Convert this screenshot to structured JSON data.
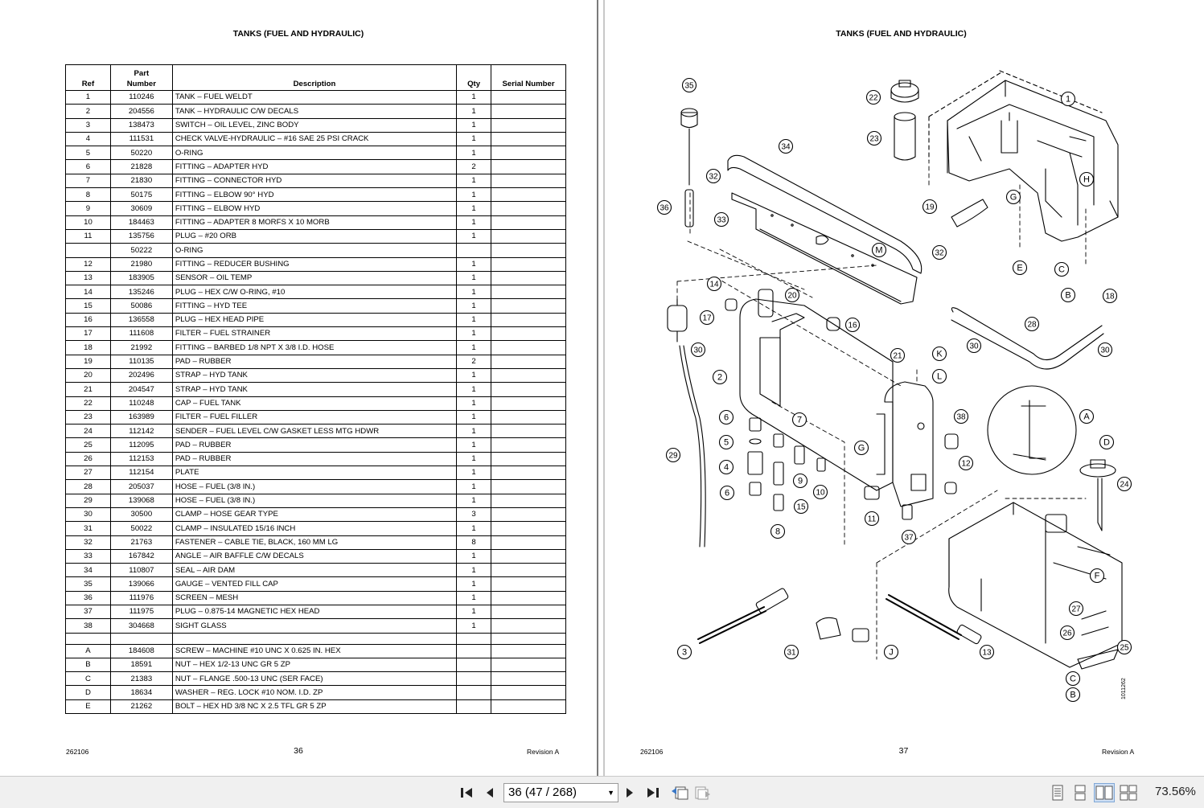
{
  "left_page": {
    "title": "TANKS (FUEL AND HYDRAULIC)",
    "table": {
      "headers": {
        "ref": "Ref",
        "part_number_line1": "Part",
        "part_number_line2": "Number",
        "description": "Description",
        "qty": "Qty",
        "serial": "Serial Number"
      },
      "rows": [
        {
          "ref": "1",
          "part": "110246",
          "desc": "TANK – FUEL WELDT",
          "qty": "1"
        },
        {
          "ref": "2",
          "part": "204556",
          "desc": "TANK – HYDRAULIC C/W DECALS",
          "qty": "1"
        },
        {
          "ref": "3",
          "part": "138473",
          "desc": "SWITCH – OIL LEVEL, ZINC BODY",
          "qty": "1"
        },
        {
          "ref": "4",
          "part": "111531",
          "desc": "CHECK VALVE-HYDRAULIC – #16 SAE 25 PSI CRACK",
          "qty": "1"
        },
        {
          "ref": "5",
          "part": "50220",
          "desc": "O-RING",
          "qty": "1"
        },
        {
          "ref": "6",
          "part": "21828",
          "desc": "FITTING – ADAPTER HYD",
          "qty": "2"
        },
        {
          "ref": "7",
          "part": "21830",
          "desc": "FITTING – CONNECTOR HYD",
          "qty": "1"
        },
        {
          "ref": "8",
          "part": "50175",
          "desc": "FITTING – ELBOW 90° HYD",
          "qty": "1"
        },
        {
          "ref": "9",
          "part": "30609",
          "desc": "FITTING – ELBOW HYD",
          "qty": "1"
        },
        {
          "ref": "10",
          "part": "184463",
          "desc": "FITTING – ADAPTER 8 MORFS X 10 MORB",
          "qty": "1"
        },
        {
          "ref": "11",
          "part": "135756",
          "desc": "PLUG – #20 ORB",
          "qty": "1"
        },
        {
          "ref": "",
          "part": "50222",
          "desc": "O-RING",
          "qty": ""
        },
        {
          "ref": "12",
          "part": "21980",
          "desc": "FITTING – REDUCER BUSHING",
          "qty": "1"
        },
        {
          "ref": "13",
          "part": "183905",
          "desc": "SENSOR – OIL TEMP",
          "qty": "1"
        },
        {
          "ref": "14",
          "part": "135246",
          "desc": "PLUG – HEX C/W O-RING, #10",
          "qty": "1"
        },
        {
          "ref": "15",
          "part": "50086",
          "desc": "FITTING – HYD TEE",
          "qty": "1"
        },
        {
          "ref": "16",
          "part": "136558",
          "desc": "PLUG – HEX HEAD PIPE",
          "qty": "1"
        },
        {
          "ref": "17",
          "part": "111608",
          "desc": "FILTER – FUEL STRAINER",
          "qty": "1"
        },
        {
          "ref": "18",
          "part": "21992",
          "desc": "FITTING – BARBED 1/8 NPT X 3/8 I.D. HOSE",
          "qty": "1"
        },
        {
          "ref": "19",
          "part": "110135",
          "desc": "PAD – RUBBER",
          "qty": "2"
        },
        {
          "ref": "20",
          "part": "202496",
          "desc": "STRAP – HYD TANK",
          "qty": "1"
        },
        {
          "ref": "21",
          "part": "204547",
          "desc": "STRAP – HYD TANK",
          "qty": "1"
        },
        {
          "ref": "22",
          "part": "110248",
          "desc": "CAP – FUEL TANK",
          "qty": "1"
        },
        {
          "ref": "23",
          "part": "163989",
          "desc": "FILTER – FUEL FILLER",
          "qty": "1"
        },
        {
          "ref": "24",
          "part": "112142",
          "desc": "SENDER – FUEL LEVEL C/W GASKET LESS MTG HDWR",
          "qty": "1"
        },
        {
          "ref": "25",
          "part": "112095",
          "desc": "PAD – RUBBER",
          "qty": "1"
        },
        {
          "ref": "26",
          "part": "112153",
          "desc": "PAD – RUBBER",
          "qty": "1"
        },
        {
          "ref": "27",
          "part": "112154",
          "desc": "PLATE",
          "qty": "1"
        },
        {
          "ref": "28",
          "part": "205037",
          "desc": "HOSE – FUEL (3/8 IN.)",
          "qty": "1"
        },
        {
          "ref": "29",
          "part": "139068",
          "desc": "HOSE – FUEL (3/8 IN.)",
          "qty": "1"
        },
        {
          "ref": "30",
          "part": "30500",
          "desc": "CLAMP – HOSE GEAR TYPE",
          "qty": "3"
        },
        {
          "ref": "31",
          "part": "50022",
          "desc": "CLAMP – INSULATED 15/16 INCH",
          "qty": "1"
        },
        {
          "ref": "32",
          "part": "21763",
          "desc": "FASTENER – CABLE TIE, BLACK, 160 MM LG",
          "qty": "8"
        },
        {
          "ref": "33",
          "part": "167842",
          "desc": "ANGLE – AIR BAFFLE C/W DECALS",
          "qty": "1"
        },
        {
          "ref": "34",
          "part": "110807",
          "desc": "SEAL – AIR DAM",
          "qty": "1"
        },
        {
          "ref": "35",
          "part": "139066",
          "desc": "GAUGE – VENTED FILL CAP",
          "qty": "1"
        },
        {
          "ref": "36",
          "part": "111976",
          "desc": "SCREEN – MESH",
          "qty": "1"
        },
        {
          "ref": "37",
          "part": "111975",
          "desc": "PLUG – 0.875-14 MAGNETIC HEX HEAD",
          "qty": "1"
        },
        {
          "ref": "38",
          "part": "304668",
          "desc": "SIGHT GLASS",
          "qty": "1"
        }
      ],
      "hardware_rows": [
        {
          "ref": "A",
          "part": "184608",
          "desc": "SCREW – MACHINE #10 UNC X 0.625 IN. HEX",
          "qty": ""
        },
        {
          "ref": "B",
          "part": "18591",
          "desc": "NUT – HEX 1/2-13 UNC GR 5 ZP",
          "qty": ""
        },
        {
          "ref": "C",
          "part": "21383",
          "desc": "NUT – FLANGE .500-13 UNC (SER FACE)",
          "qty": ""
        },
        {
          "ref": "D",
          "part": "18634",
          "desc": "WASHER – REG. LOCK #10 NOM. I.D. ZP",
          "qty": ""
        },
        {
          "ref": "E",
          "part": "21262",
          "desc": "BOLT – HEX HD 3/8 NC X 2.5 TFL GR 5 ZP",
          "qty": ""
        }
      ]
    },
    "footer": {
      "doc": "262106",
      "page": "36",
      "revision": "Revision A"
    }
  },
  "right_page": {
    "title": "TANKS (FUEL AND HYDRAULIC)",
    "callouts": [
      "35",
      "22",
      "1",
      "23",
      "34",
      "32",
      "H",
      "G",
      "19",
      "36",
      "33",
      "M",
      "32",
      "E",
      "C",
      "B",
      "18",
      "14",
      "20",
      "17",
      "16",
      "28",
      "30",
      "30",
      "K",
      "21",
      "L",
      "30",
      "2",
      "38",
      "A",
      "D",
      "6",
      "7",
      "G",
      "12",
      "5",
      "29",
      "4",
      "9",
      "10",
      "24",
      "6",
      "15",
      "11",
      "8",
      "37",
      "F",
      "27",
      "26",
      "25",
      "C",
      "B",
      "3",
      "31",
      "J",
      "13"
    ],
    "figure_id": "1011262",
    "footer": {
      "doc": "262106",
      "page": "37",
      "revision": "Revision A"
    }
  },
  "viewer": {
    "page_indicator": "36 (47 / 268)",
    "zoom": "73.56%",
    "icons": [
      "first-page-icon",
      "prev-page-icon",
      "next-page-icon",
      "last-page-icon",
      "go-back-icon",
      "go-forward-icon",
      "single-page-icon",
      "continuous-page-icon",
      "two-page-icon",
      "two-page-continuous-icon"
    ]
  }
}
